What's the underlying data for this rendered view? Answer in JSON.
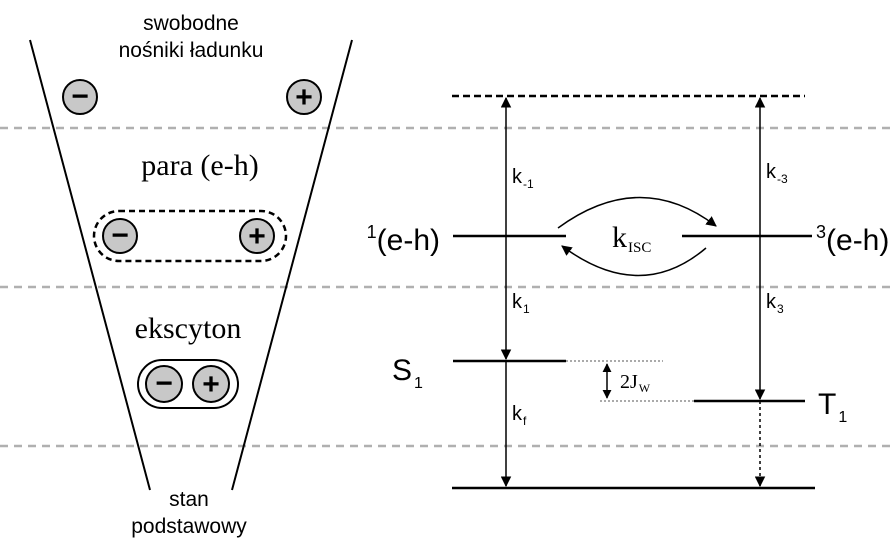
{
  "left_panel": {
    "top_label_line1": "swobodne",
    "top_label_line2": "nośniki ładunku",
    "pair_label": "para (e-h)",
    "exciton_label": "ekscyton",
    "bottom_label_line1": "stan",
    "bottom_label_line2": "podstawowy",
    "minus_symbol": "−",
    "plus_symbol": "+"
  },
  "right_panel": {
    "singlet_pair": {
      "sup": "1",
      "text": "(e-h)"
    },
    "triplet_pair": {
      "sup": "3",
      "text": "(e-h)"
    },
    "S1": {
      "main": "S",
      "sub": "1"
    },
    "T1": {
      "main": "T",
      "sub": "1"
    },
    "rates": {
      "k_minus1": {
        "main": "k",
        "sub": "-1"
      },
      "k_minus3": {
        "main": "k",
        "sub": "-3"
      },
      "k1": {
        "main": "k",
        "sub": "1"
      },
      "k3": {
        "main": "k",
        "sub": "3"
      },
      "kf": {
        "main": "k",
        "sub": "f"
      },
      "kISC": {
        "main": "k",
        "sub": "ISC"
      }
    },
    "exchange": {
      "main": "2J",
      "sub": "W"
    }
  },
  "colors": {
    "line": "#000000",
    "dashed_separator": "#b0b0b0",
    "charge_fill": "#c8c8c8"
  }
}
